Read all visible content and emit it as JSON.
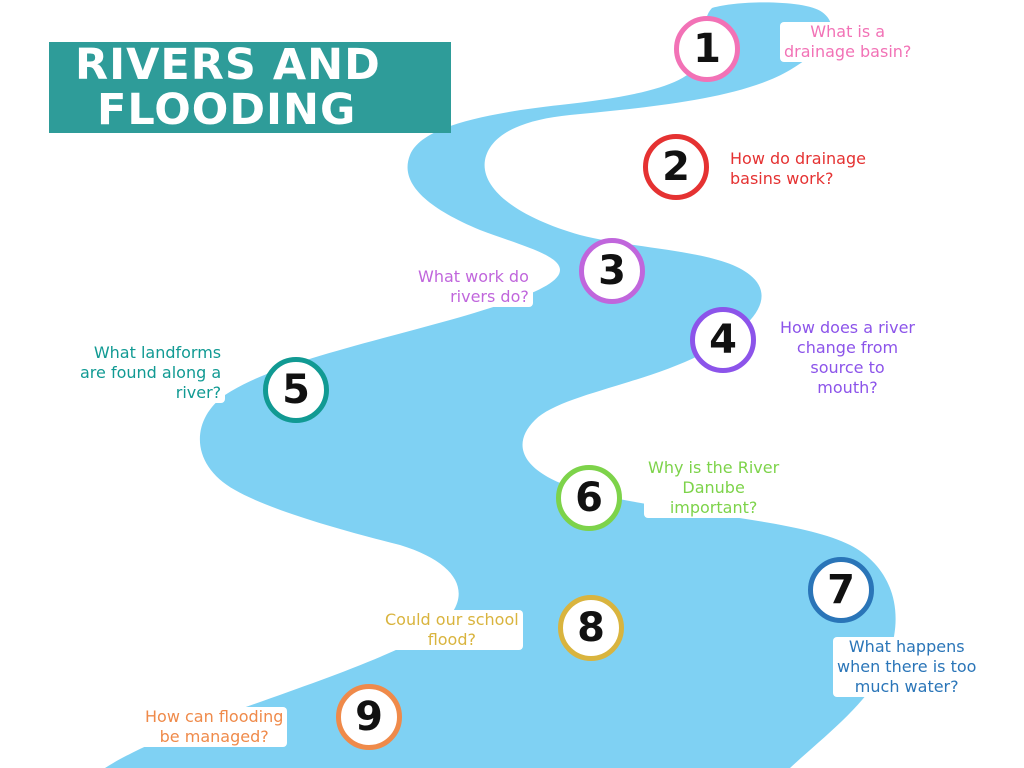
{
  "title": {
    "line1": "RIVERS AND",
    "line2": "FLOODING"
  },
  "colors": {
    "title_bg": "#2e9c99",
    "river": "#7fd1f3",
    "text_on_title": "#ffffff"
  },
  "steps": [
    {
      "number": "1",
      "question": [
        "What is a",
        "drainage basin?"
      ],
      "color": "#f272b6"
    },
    {
      "number": "2",
      "question": [
        "How do drainage",
        "basins work?"
      ],
      "color": "#e53232"
    },
    {
      "number": "3",
      "question": [
        "What work do",
        "rivers do?"
      ],
      "color": "#c066dc"
    },
    {
      "number": "4",
      "question": [
        "How does a river",
        "change from",
        "source to",
        "mouth?"
      ],
      "color": "#8c54ea"
    },
    {
      "number": "5",
      "question": [
        "What landforms",
        "are found along a",
        "river?"
      ],
      "color": "#119a93"
    },
    {
      "number": "6",
      "question": [
        "Why is the River",
        "Danube",
        "important?"
      ],
      "color": "#7dd34a"
    },
    {
      "number": "7",
      "question": [
        "What happens",
        "when there is too",
        "much water?"
      ],
      "color": "#2a75b8"
    },
    {
      "number": "8",
      "question": [
        "Could our school",
        "flood?"
      ],
      "color": "#d9b43e"
    },
    {
      "number": "9",
      "question": [
        "How can flooding",
        "be managed?"
      ],
      "color": "#ef8a4a"
    }
  ]
}
